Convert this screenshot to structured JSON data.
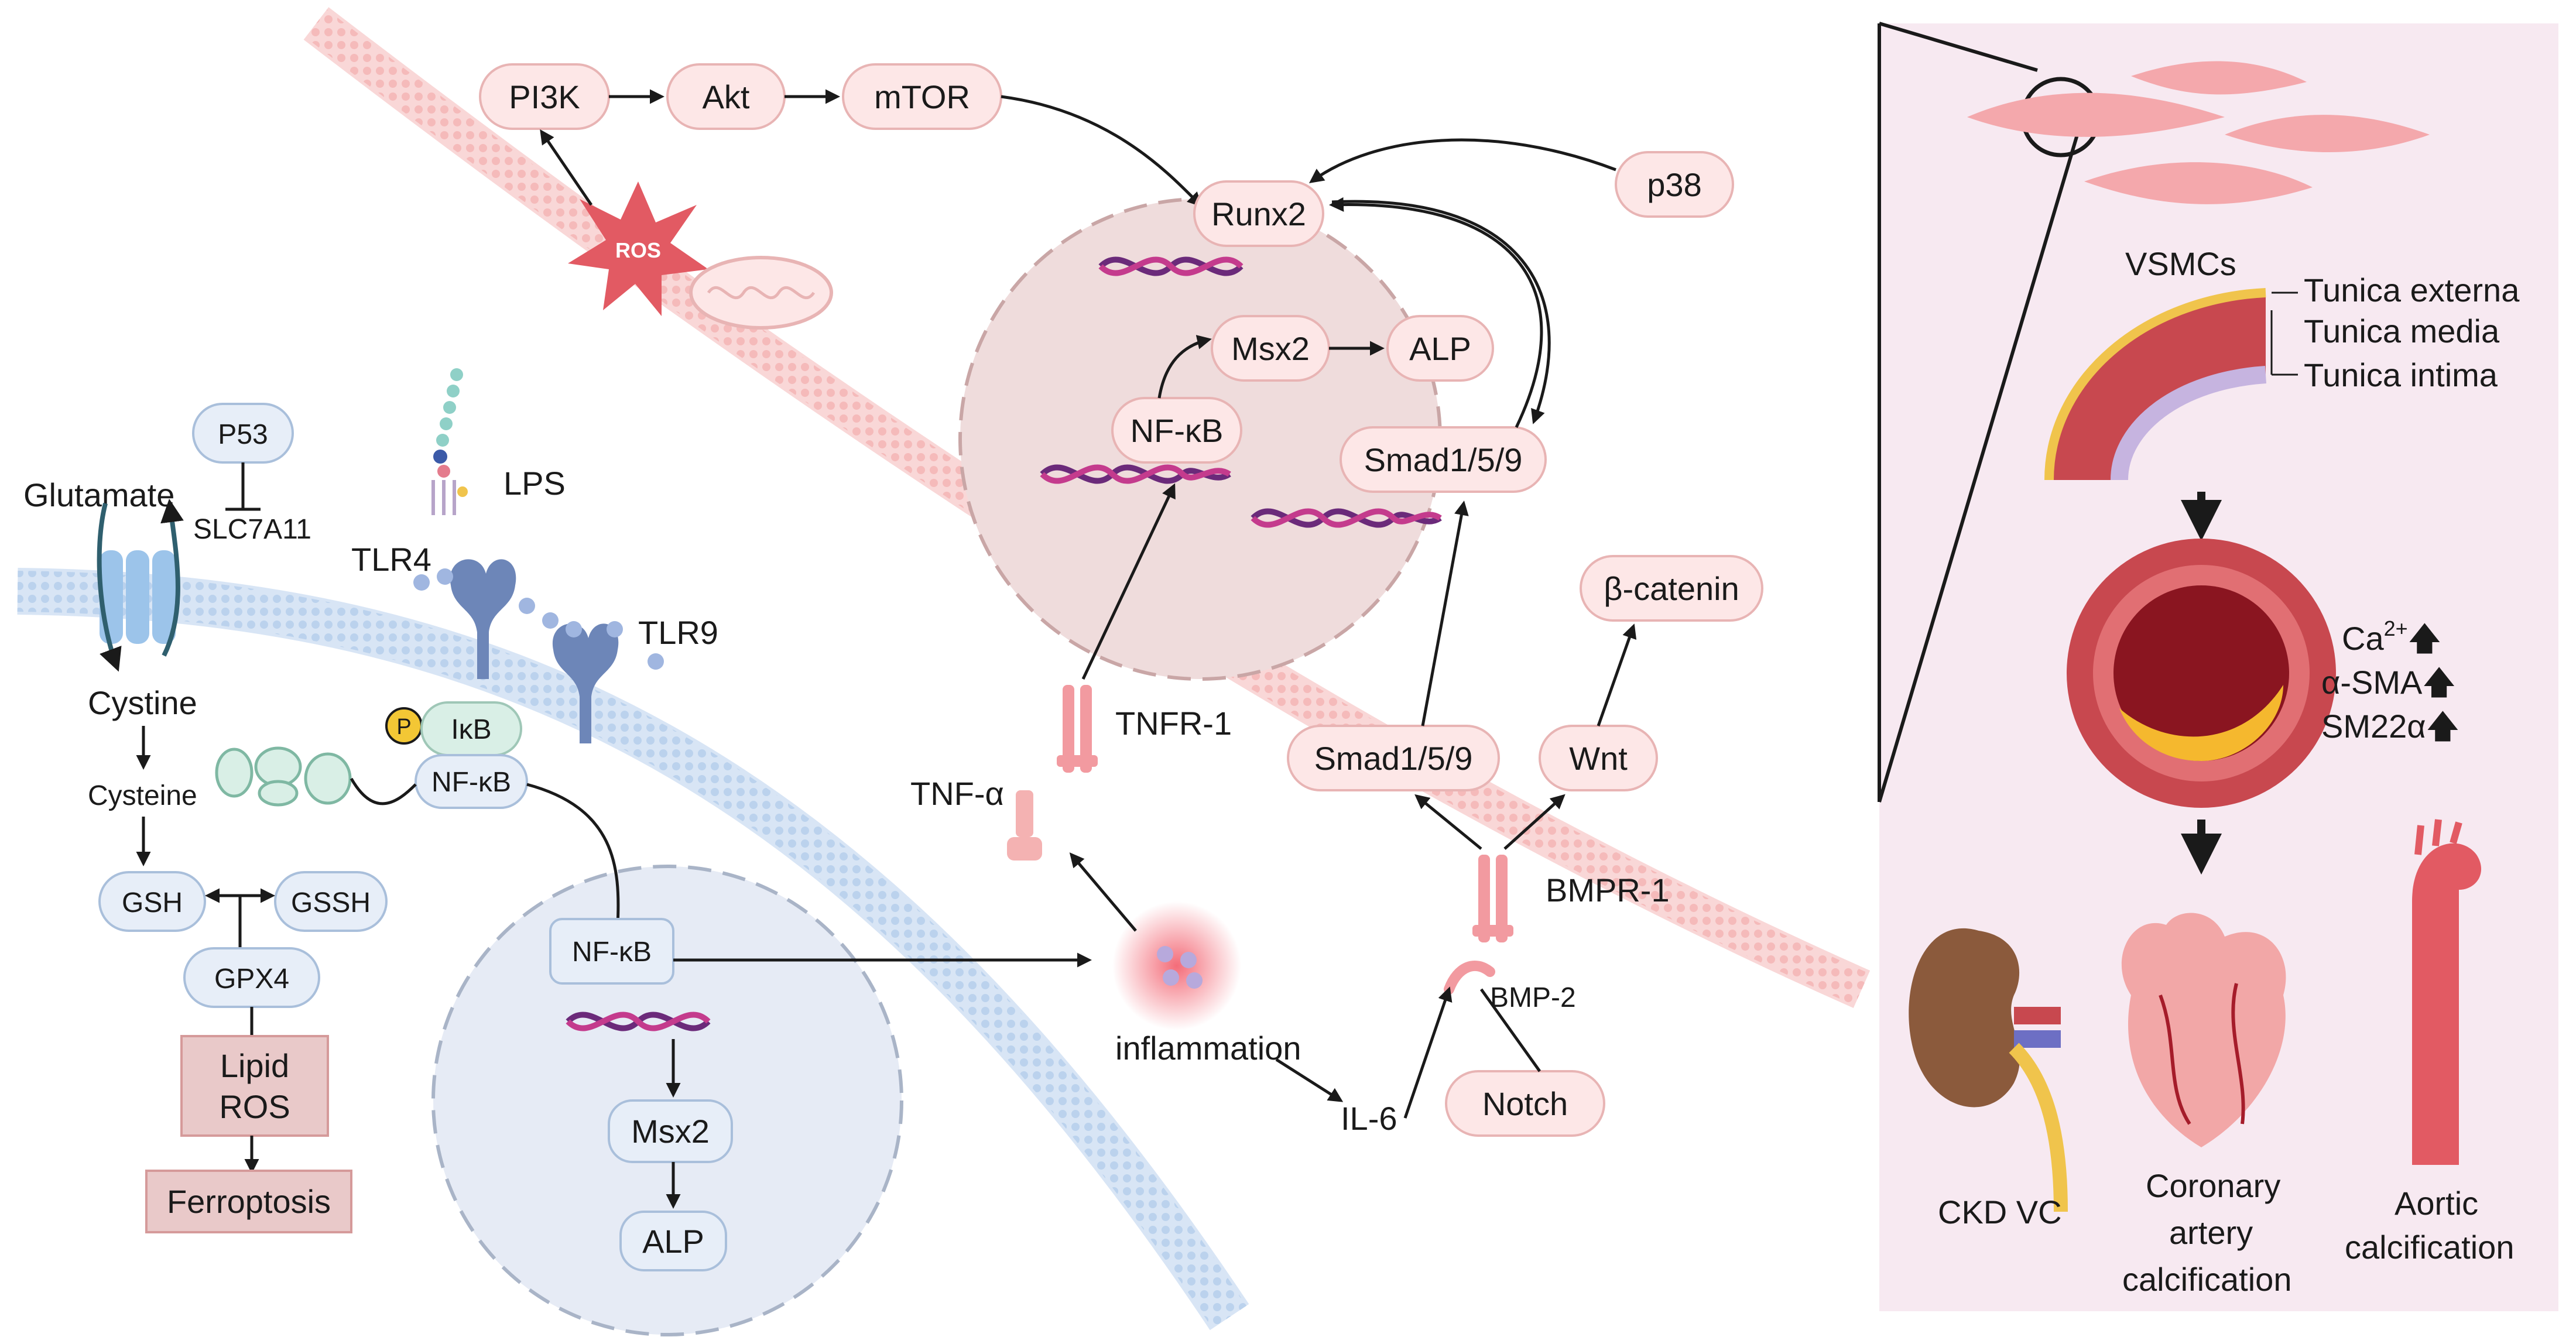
{
  "colors": {
    "pink_fill": "#fde7e7",
    "blue_fill": "#e7eef8",
    "pink_membrane": "#f4b7b7",
    "blue_membrane": "#b8d0ec",
    "right_panel": "#f7e9f1",
    "nucleus_pink": "#efdcdc",
    "nucleus_blue": "#e6ebf5",
    "dna_a": "#6b2a7a",
    "dna_b": "#c43b8d"
  },
  "top_pathway": {
    "pi3k": "PI3K",
    "akt": "Akt",
    "mtor": "mTOR",
    "ros": "ROS"
  },
  "nucleus_pink": {
    "runx2": "Runx2",
    "msx2": "Msx2",
    "alp": "ALP",
    "nfkb": "NF-κB",
    "smad": "Smad1/5/9"
  },
  "p38": "p38",
  "left_pathway": {
    "p53": "P53",
    "slc7a11": "SLC7A11",
    "glutamate": "Glutamate",
    "cystine": "Cystine",
    "cysteine": "Cysteine",
    "gsh": "GSH",
    "gssh": "GSSH",
    "gpx4": "GPX4",
    "lipid_ros_1": "Lipid",
    "lipid_ros_2": "ROS",
    "ferroptosis": "Ferroptosis"
  },
  "receptors": {
    "lps": "LPS",
    "tlr4": "TLR4",
    "tlr9": "TLR9",
    "p": "P",
    "ikb": "IκB",
    "nfkb": "NF-κB",
    "tnfr1": "TNFR-1",
    "tnfa": "TNF-α",
    "bmpr1": "BMPR-1",
    "bmp2": "BMP-2"
  },
  "nucleus_blue": {
    "nfkb": "NF-κB",
    "msx2": "Msx2",
    "alp": "ALP"
  },
  "middle": {
    "inflammation": "inflammation",
    "il6": "IL-6",
    "notch": "Notch",
    "smad": "Smad1/5/9",
    "wnt": "Wnt",
    "bcatenin": "β-catenin"
  },
  "right_panel": {
    "vsmcs": "VSMCs",
    "tunica_externa": "Tunica externa",
    "tunica_media": "Tunica media",
    "tunica_intima": "Tunica intima",
    "ca": "Ca",
    "ca_sup": "2+",
    "asma": "α-SMA",
    "sm22": "SM22α",
    "up_arrow": "🡅",
    "ckd_vc": "CKD VC",
    "coronary_1": "Coronary",
    "coronary_2": "artery",
    "coronary_3": "calcification",
    "aortic_1": "Aortic",
    "aortic_2": "calcification"
  }
}
